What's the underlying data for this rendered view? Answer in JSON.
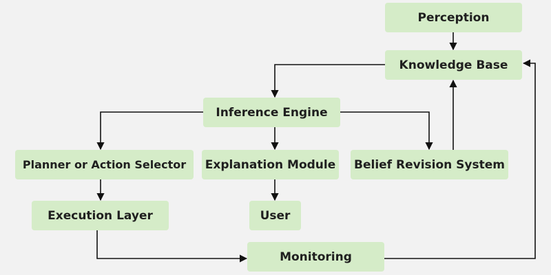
{
  "diagram": {
    "nodes": {
      "perception": "Perception",
      "knowledge_base": "Knowledge Base",
      "inference_engine": "Inference Engine",
      "planner": "Planner or Action Selector",
      "explanation": "Explanation Module",
      "belief_revision": "Belief Revision System",
      "execution": "Execution Layer",
      "user": "User",
      "monitoring": "Monitoring"
    },
    "edges": [
      [
        "perception",
        "knowledge_base"
      ],
      [
        "knowledge_base",
        "inference_engine"
      ],
      [
        "inference_engine",
        "planner"
      ],
      [
        "inference_engine",
        "explanation"
      ],
      [
        "inference_engine",
        "belief_revision"
      ],
      [
        "belief_revision",
        "knowledge_base"
      ],
      [
        "planner",
        "execution"
      ],
      [
        "explanation",
        "user"
      ],
      [
        "execution",
        "monitoring"
      ],
      [
        "monitoring",
        "knowledge_base"
      ]
    ],
    "colors": {
      "background": "#f2f2f2",
      "node_fill": "#d5ecc8",
      "text": "#1f1f1f",
      "arrow": "#111111"
    }
  }
}
